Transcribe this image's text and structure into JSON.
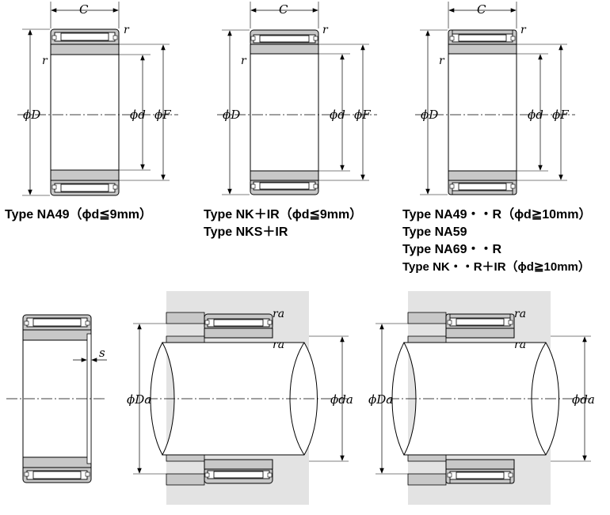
{
  "labels": {
    "C": "C",
    "r": "r",
    "phiD": "ϕD",
    "phid": "ϕd",
    "phiF": "ϕF",
    "s": "s",
    "ra": "ra",
    "phiDa": "ϕDa",
    "phida": "ϕda"
  },
  "captions": {
    "na49": "Type NA49（ϕd≦9mm）",
    "nk_ir": "Type NK＋IR（ϕd≦9mm）",
    "nks_ir": "Type NKS＋IR",
    "na49_r": "Type NA49・・R（ϕd≧10mm）",
    "na59": "Type NA59",
    "na69_r": "Type NA69・・R",
    "nk_r_ir": "Type NK・・R＋IR（ϕd≧10mm）"
  },
  "colors": {
    "line": "#000000",
    "ring_fill": "#c8c8c8",
    "housing_fill": "#e3e3e3",
    "paper": "#ffffff"
  }
}
